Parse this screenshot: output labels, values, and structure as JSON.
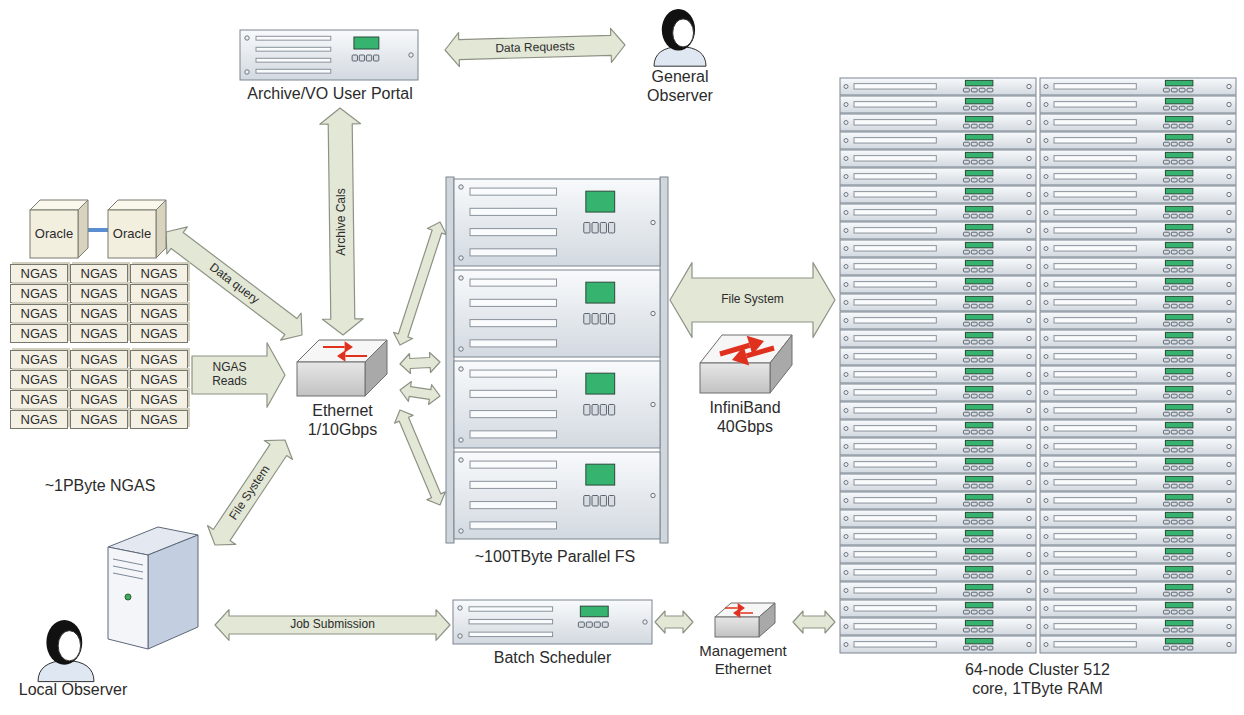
{
  "diagram": {
    "nodes": [
      {
        "text": [
          "Archive/VO User Portal"
        ]
      },
      {
        "text": [
          "General Observer"
        ]
      },
      {
        "text": [
          "Oracle"
        ]
      },
      {
        "text": [
          "Oracle"
        ]
      },
      {
        "text": [
          "~1PByte NGAS"
        ]
      },
      {
        "text": [
          "NGAS"
        ],
        "in": 4
      },
      {
        "text": [
          "NGAS"
        ],
        "in": 4
      },
      {
        "text": [
          "NGAS"
        ],
        "in": 4
      },
      {
        "text": [
          "NGAS"
        ],
        "in": 4
      },
      {
        "text": [
          "NGAS"
        ],
        "in": 4
      },
      {
        "text": [
          "NGAS"
        ],
        "in": 4
      },
      {
        "text": [
          "NGAS"
        ],
        "in": 4
      },
      {
        "text": [
          "NGAS"
        ],
        "in": 4
      },
      {
        "text": [
          "NGAS"
        ],
        "in": 4
      },
      {
        "text": [
          "NGAS"
        ],
        "in": 4
      },
      {
        "text": [
          "NGAS"
        ],
        "in": 4
      },
      {
        "text": [
          "NGAS"
        ],
        "in": 4
      },
      {
        "text": [
          "NGAS"
        ],
        "in": 4
      },
      {
        "text": [
          "NGAS"
        ],
        "in": 4
      },
      {
        "text": [
          "NGAS"
        ],
        "in": 4
      },
      {
        "text": [
          "NGAS"
        ],
        "in": 4
      },
      {
        "text": [
          "NGAS"
        ],
        "in": 4
      },
      {
        "text": [
          "NGAS"
        ],
        "in": 4
      },
      {
        "text": [
          "NGAS"
        ],
        "in": 4
      },
      {
        "text": [
          "NGAS"
        ],
        "in": 4
      },
      {
        "text": [
          "NGAS"
        ],
        "in": 4
      },
      {
        "text": [
          "NGAS"
        ],
        "in": 4
      },
      {
        "text": [
          "NGAS"
        ],
        "in": 4
      },
      {
        "text": [
          "NGAS"
        ],
        "in": 4
      },
      {
        "text": [
          "Ethernet 1/10Gbps"
        ]
      },
      {
        "text": [
          "~100TByte Parallel FS"
        ]
      },
      {
        "text": [
          "InfiniBand 40Gbps"
        ]
      },
      {
        "text": [
          "64-node Cluster 512 core, 1TByte RAM"
        ]
      },
      {
        "text": [
          "Local Observer"
        ]
      },
      {
        "text": [
          "Batch Scheduler"
        ]
      },
      {
        "text": [
          "Management Ethernet"
        ]
      }
    ],
    "edges": [
      {
        "from": 0,
        "to": 1,
        "label": "Data Requests",
        "arrow": "both"
      },
      {
        "from": 0,
        "to": 29,
        "label": "Archive Cals",
        "arrow": "both"
      },
      {
        "from": 3,
        "to": 29,
        "label": "Data query",
        "arrow": "both"
      },
      {
        "from": 4,
        "to": 29,
        "label": "NGAS Reads",
        "arrow": "to"
      },
      {
        "from": 29,
        "to": 30,
        "arrow": "both"
      },
      {
        "from": 29,
        "to": 30,
        "arrow": "both"
      },
      {
        "from": 29,
        "to": 30,
        "arrow": "both"
      },
      {
        "from": 29,
        "to": 30,
        "arrow": "both"
      },
      {
        "from": 30,
        "to": 32,
        "label": "File System",
        "arrow": "both"
      },
      {
        "from": 33,
        "to": 29,
        "label": "File System",
        "arrow": "both"
      },
      {
        "from": 33,
        "to": 34,
        "label": "Job Submission",
        "arrow": "both"
      },
      {
        "from": 34,
        "to": 35,
        "arrow": "both"
      },
      {
        "from": 35,
        "to": 32,
        "arrow": "both"
      }
    ]
  }
}
